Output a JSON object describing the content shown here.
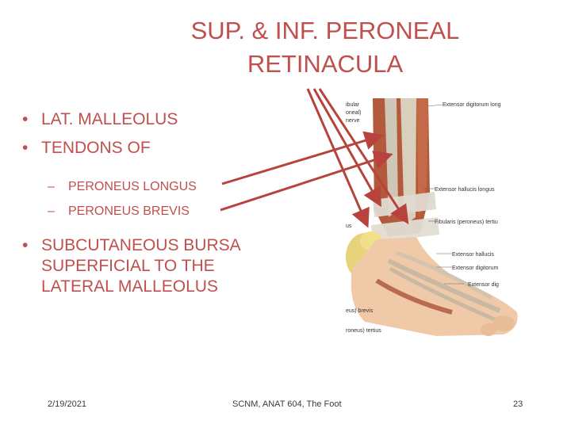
{
  "slide": {
    "title_line1": "SUP. & INF. PERONEAL",
    "title_line2": "RETINACULA",
    "bullets": [
      {
        "marker": "•",
        "text": "LAT. MALLEOLUS"
      },
      {
        "marker": "•",
        "text": "TENDONS OF"
      }
    ],
    "sub_bullets": [
      {
        "marker": "–",
        "text": "PERONEUS LONGUS"
      },
      {
        "marker": "–",
        "text": "PERONEUS BREVIS"
      }
    ],
    "bursa_bullet": {
      "marker": "•",
      "lines": [
        "SUBCUTANEOUS BURSA",
        "SUPERFICIAL TO THE",
        "LATERAL MALLEOLUS"
      ]
    }
  },
  "figure_labels": {
    "top_left": [
      "ibular",
      "oneal)",
      "nerve"
    ],
    "extensor_digitorum_longus": "Extensor digitorum long",
    "extensor_hallucis_longus": "Extensor hallucis longus",
    "us": "us",
    "fibularis_tertius": "Fibularis (peroneus) tertiu",
    "extensor_hallucis": "Extensor hallucis",
    "extensor_digitorum": "Extensor digitorum",
    "extensor_dig": "Extensor dig",
    "brevis": "eus) brevis",
    "tertius": "roneus) tertius"
  },
  "footer": {
    "date": "2/19/2021",
    "center": "SCNM, ANAT 604, The Foot",
    "page": "23"
  },
  "colors": {
    "accent": "#c0504d",
    "arrow": "#b8423c",
    "footer_text": "#3a3a3a"
  }
}
